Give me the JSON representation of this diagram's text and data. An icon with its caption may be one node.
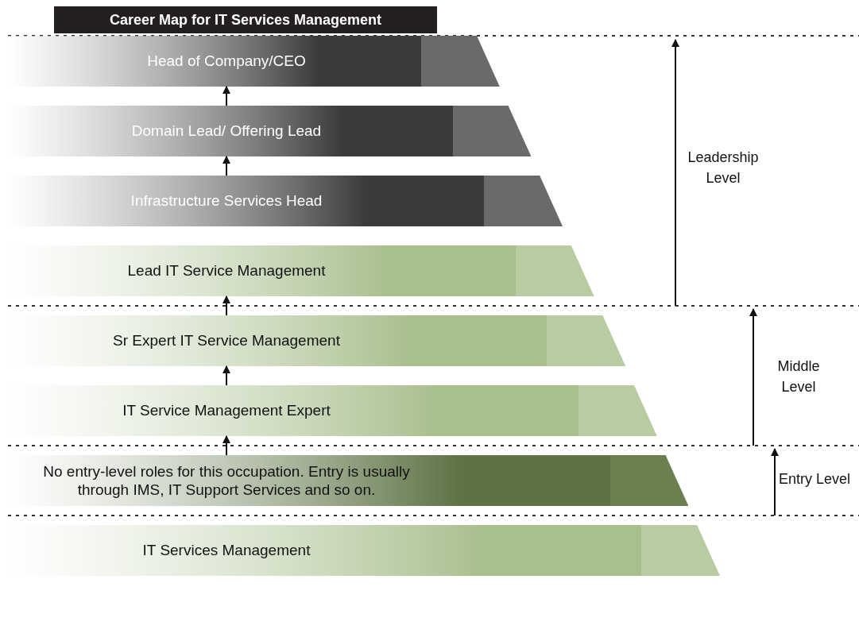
{
  "diagram": {
    "title": "Career Map for IT Services Management",
    "nodes": [
      {
        "text": [
          "Head of Company/CEO"
        ]
      },
      {
        "text": [
          "Domain Lead/ Offering Lead"
        ]
      },
      {
        "text": [
          "Infrastructure Services Head"
        ]
      },
      {
        "text": [
          "Lead IT Service Management"
        ]
      },
      {
        "text": [
          "Sr Expert IT Service Management"
        ]
      },
      {
        "text": [
          "IT Service Management Expert"
        ]
      },
      {
        "text": [
          "No entry-level roles for this occupation. Entry is usually through IMS, IT Support Services and so on."
        ]
      },
      {
        "text": [
          "IT Services Management"
        ]
      }
    ],
    "edges": [
      {
        "from": 6,
        "to": 5,
        "arrow": "to"
      },
      {
        "from": 5,
        "to": 4,
        "arrow": "to"
      },
      {
        "from": 4,
        "to": 3,
        "arrow": "to"
      },
      {
        "from": 2,
        "to": 1,
        "arrow": "to"
      },
      {
        "from": 1,
        "to": 0,
        "arrow": "to"
      }
    ],
    "labels": [
      "Leadership Level",
      "Middle Level",
      "Entry Level"
    ]
  }
}
